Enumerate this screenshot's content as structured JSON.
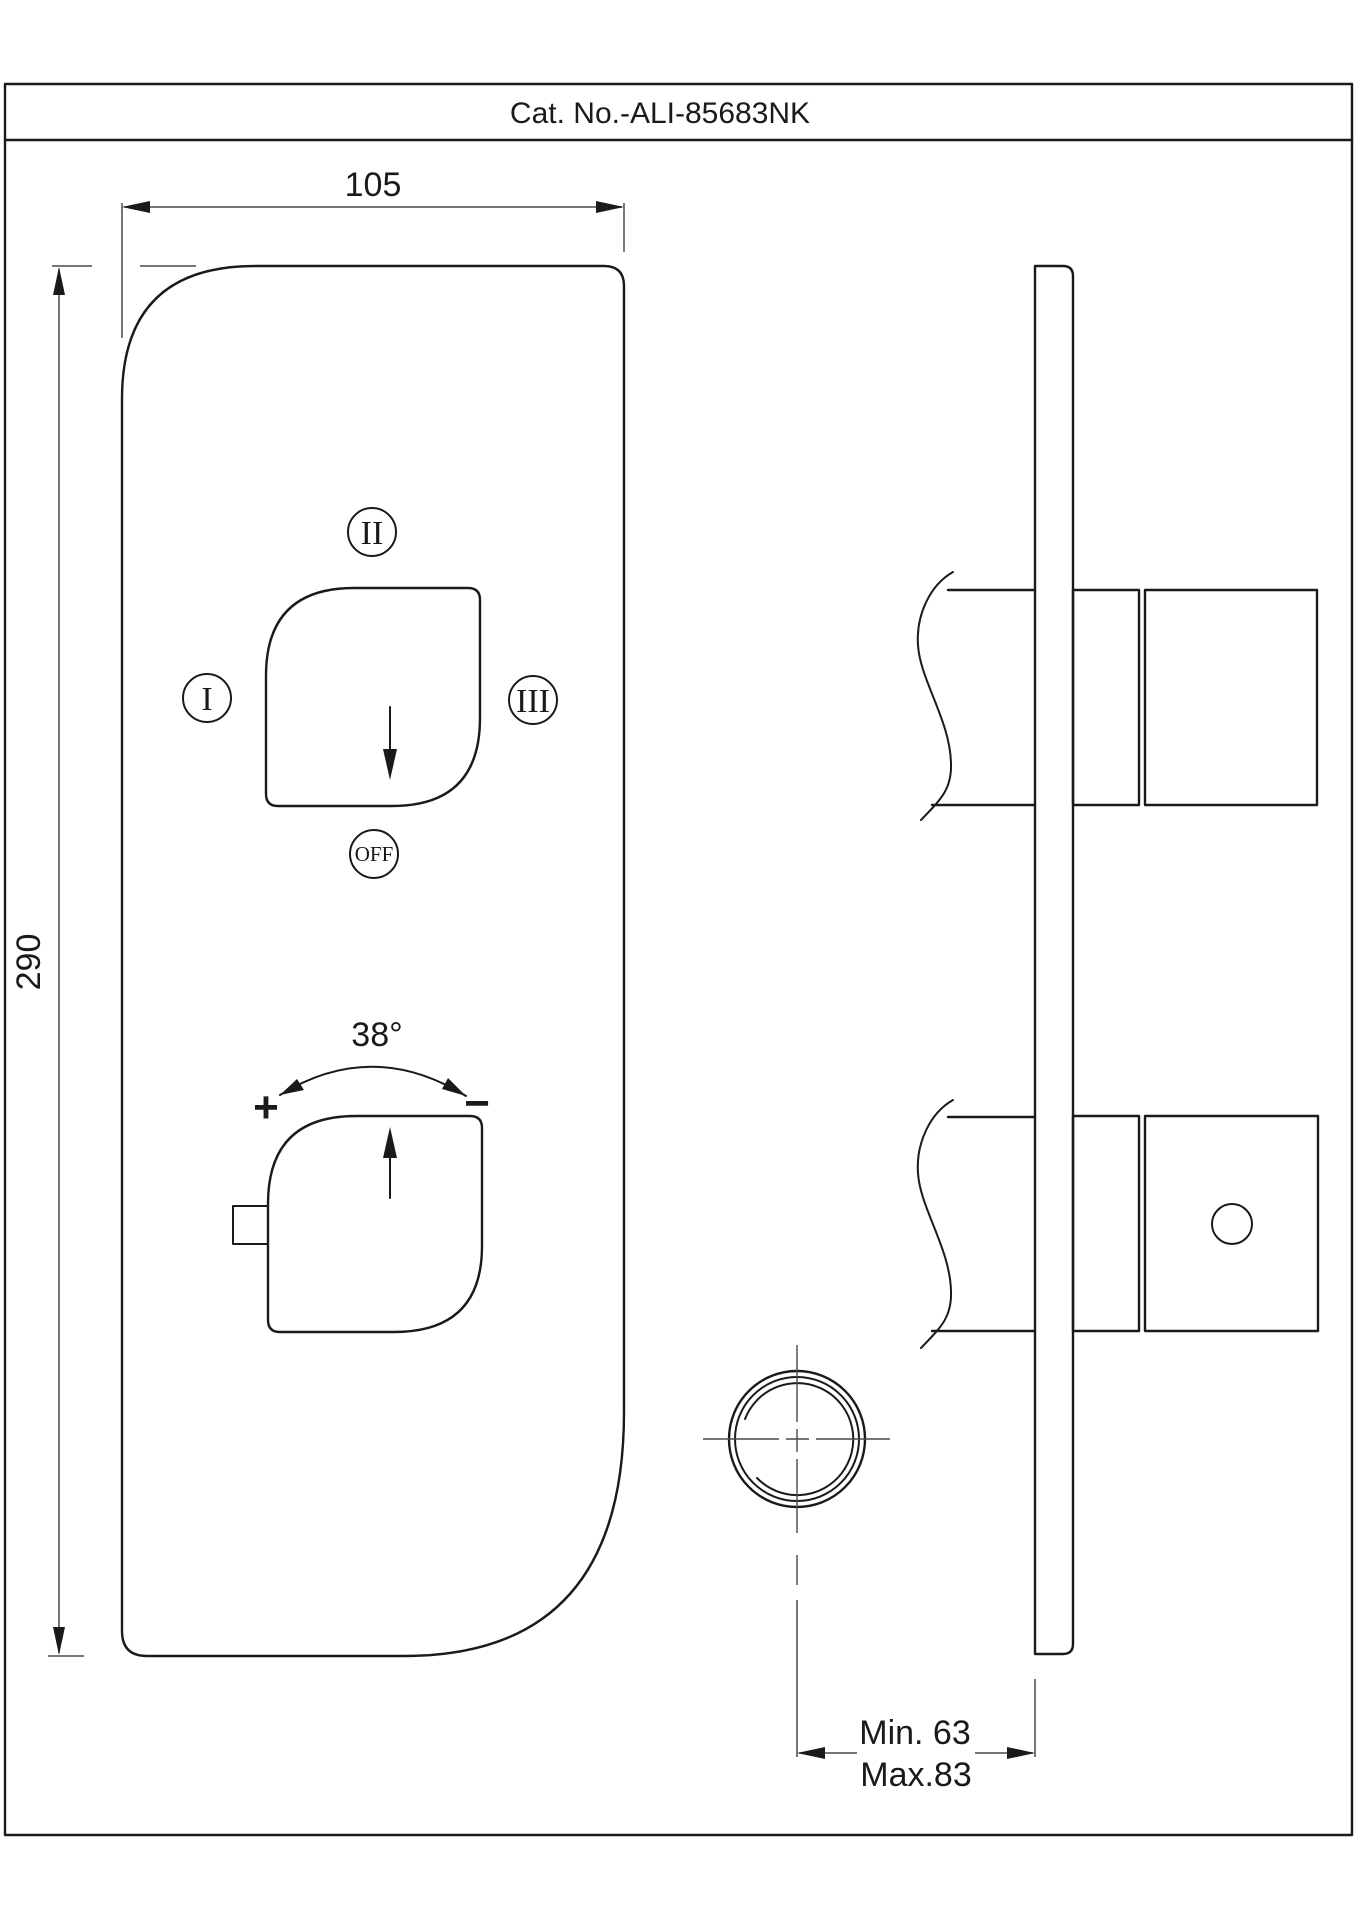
{
  "title": "Cat. No.-ALI-85683NK",
  "colors": {
    "line": "#1a1a1a",
    "dim": "#4a4a4a",
    "background": "#ffffff"
  },
  "front_view": {
    "width_mm": "105",
    "height_mm": "290",
    "diverter": {
      "pos_top": "II",
      "pos_left": "I",
      "pos_right": "III",
      "pos_off": "OFF"
    },
    "temperature": {
      "angle": "38°",
      "hot": "+",
      "cold": "−"
    }
  },
  "side_view": {
    "depth_min": "Min. 63",
    "depth_max": "Max.83"
  }
}
